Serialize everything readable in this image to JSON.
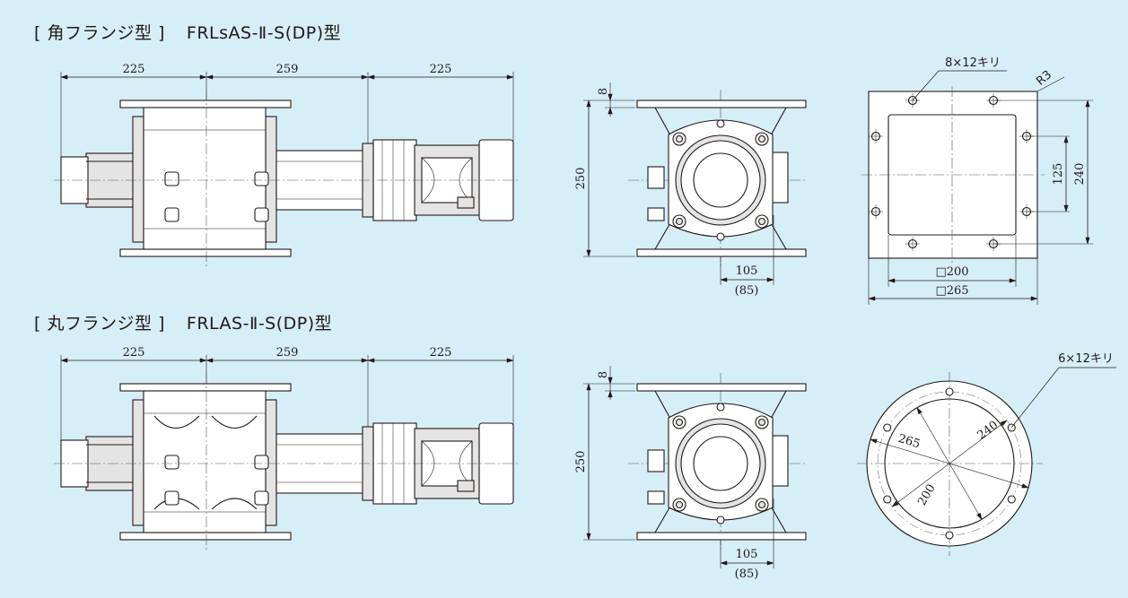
{
  "colors": {
    "background": "#d6eef8",
    "line": "#231815",
    "part_fill": "#ffffff",
    "shade_fill": "#e4e4e4",
    "center_line": "#555555"
  },
  "sections": [
    {
      "bracket_label": "[ 角フランジ型 ]",
      "model": "FRLsAS-Ⅱ-S(DP)型",
      "side_dims": [
        "225",
        "259",
        "225"
      ],
      "front_dims": {
        "flange": "8",
        "height": "250",
        "offset": "105",
        "offset_alt": "(85)"
      },
      "flange_view": {
        "shape": "square",
        "holes_note": "8×12キリ",
        "corner_radius": "R3",
        "inner_pitch": "125",
        "outer_pitch": "240",
        "inner_size": "□200",
        "outer_size": "□265"
      }
    },
    {
      "bracket_label": "[ 丸フランジ型 ]",
      "model": "FRLAS-Ⅱ-S(DP)型",
      "side_dims": [
        "225",
        "259",
        "225"
      ],
      "front_dims": {
        "flange": "8",
        "height": "250",
        "offset": "105",
        "offset_alt": "(85)"
      },
      "flange_view": {
        "shape": "round",
        "holes_note": "6×12キリ",
        "dia_outer": "265",
        "dia_pitch": "240",
        "dia_inner": "200"
      }
    }
  ]
}
